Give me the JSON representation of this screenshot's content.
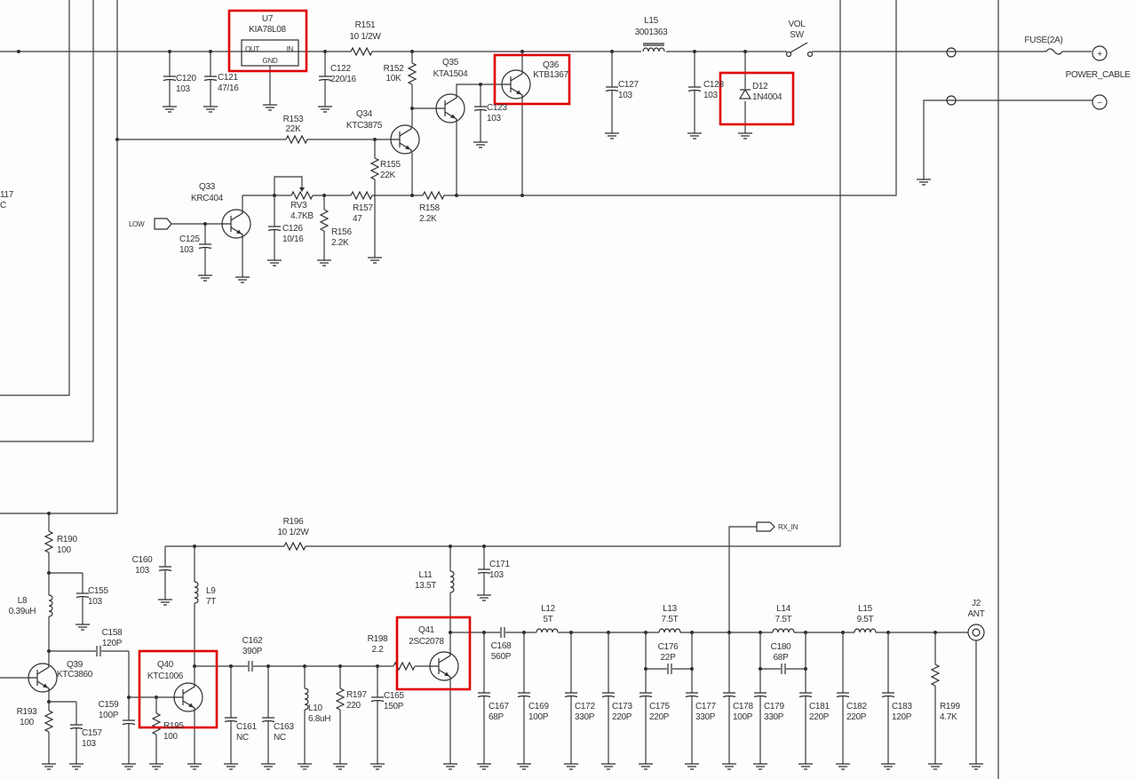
{
  "highlight_color": "#e00000",
  "parts": {
    "U7": [
      "U7",
      "KIA78L08"
    ],
    "U7_pins": [
      "OUT",
      "IN",
      "GND"
    ],
    "R151": [
      "R151",
      "10 1/2W"
    ],
    "C120": [
      "C120",
      "103"
    ],
    "C121": [
      "C121",
      "47/16"
    ],
    "C122": [
      "C122",
      "220/16"
    ],
    "R152": [
      "R152",
      "10K"
    ],
    "Q35": [
      "Q35",
      "KTA1504"
    ],
    "Q36": [
      "Q36",
      "KTB1367"
    ],
    "C123": [
      "C123",
      "103"
    ],
    "Q34": [
      "Q34",
      "KTC3875"
    ],
    "R153": [
      "R153",
      "22K"
    ],
    "R155": [
      "R155",
      "22K"
    ],
    "Q33": [
      "Q33",
      "KRC404"
    ],
    "LOW": [
      "LOW"
    ],
    "C125": [
      "C125",
      "103"
    ],
    "RV3": [
      "RV3",
      "4.7KB"
    ],
    "C126": [
      "C126",
      "10/16"
    ],
    "R157": [
      "R157",
      "47"
    ],
    "R156": [
      "R156",
      "2.2K"
    ],
    "R158": [
      "R158",
      "2.2K"
    ],
    "L15_power": [
      "L15",
      "3001363"
    ],
    "C127": [
      "C127",
      "103"
    ],
    "C128": [
      "C128",
      "103"
    ],
    "D12": [
      "D12",
      "1N4004"
    ],
    "VOL_SW": [
      "VOL",
      "SW"
    ],
    "FUSE": [
      "FUSE(2A)"
    ],
    "POWER_CABLE": [
      "POWER_CABLE"
    ],
    "R117_partial": [
      "117",
      "C"
    ],
    "R190": [
      "R190",
      "100"
    ],
    "C155": [
      "C155",
      "103"
    ],
    "L8": [
      "L8",
      "0.39uH"
    ],
    "C158": [
      "C158",
      "120P"
    ],
    "Q39": [
      "Q39",
      "KTC3860"
    ],
    "C159": [
      "C159",
      "100P"
    ],
    "R193": [
      "R193",
      "100"
    ],
    "C157": [
      "C157",
      "103"
    ],
    "C160": [
      "C160",
      "103"
    ],
    "L9": [
      "L9",
      "7T"
    ],
    "R196": [
      "R196",
      "10 1/2W"
    ],
    "Q40": [
      "Q40",
      "KTC1006"
    ],
    "R195": [
      "R195",
      "100"
    ],
    "C162": [
      "C162",
      "390P"
    ],
    "C161": [
      "C161",
      "NC"
    ],
    "C163": [
      "C163",
      "NC"
    ],
    "L10": [
      "L10",
      "6.8uH"
    ],
    "R197": [
      "R197",
      "220"
    ],
    "C165": [
      "C165",
      "150P"
    ],
    "R198": [
      "R198",
      "2.2"
    ],
    "Q41": [
      "Q41",
      "2SC2078"
    ],
    "L11": [
      "L11",
      "13.5T"
    ],
    "C171": [
      "C171",
      "103"
    ],
    "C168": [
      "C168",
      "560P"
    ],
    "C167": [
      "C167",
      "68P"
    ],
    "C169": [
      "C169",
      "100P"
    ],
    "C172": [
      "C172",
      "330P"
    ],
    "C173": [
      "C173",
      "220P"
    ],
    "C175": [
      "C175",
      "220P"
    ],
    "C177": [
      "C177",
      "330P"
    ],
    "C178": [
      "C178",
      "100P"
    ],
    "C179": [
      "C179",
      "330P"
    ],
    "C181": [
      "C181",
      "220P"
    ],
    "C182": [
      "C182",
      "220P"
    ],
    "C183": [
      "C183",
      "120P"
    ],
    "R199": [
      "R199",
      "4.7K"
    ],
    "L12": [
      "L12",
      "5T"
    ],
    "L13": [
      "L13",
      "7.5T"
    ],
    "C176": [
      "C176",
      "22P"
    ],
    "L14": [
      "L14",
      "7.5T"
    ],
    "C180": [
      "C180",
      "68P"
    ],
    "L15_rf": [
      "L15",
      "9.5T"
    ],
    "J2": [
      "J2",
      "ANT"
    ],
    "RX_IN": [
      "RX_IN"
    ],
    "power_plus": [
      "+"
    ],
    "power_minus": [
      "−"
    ]
  },
  "highlighted_parts": [
    "U7",
    "Q36",
    "D12",
    "Q40",
    "Q41"
  ]
}
